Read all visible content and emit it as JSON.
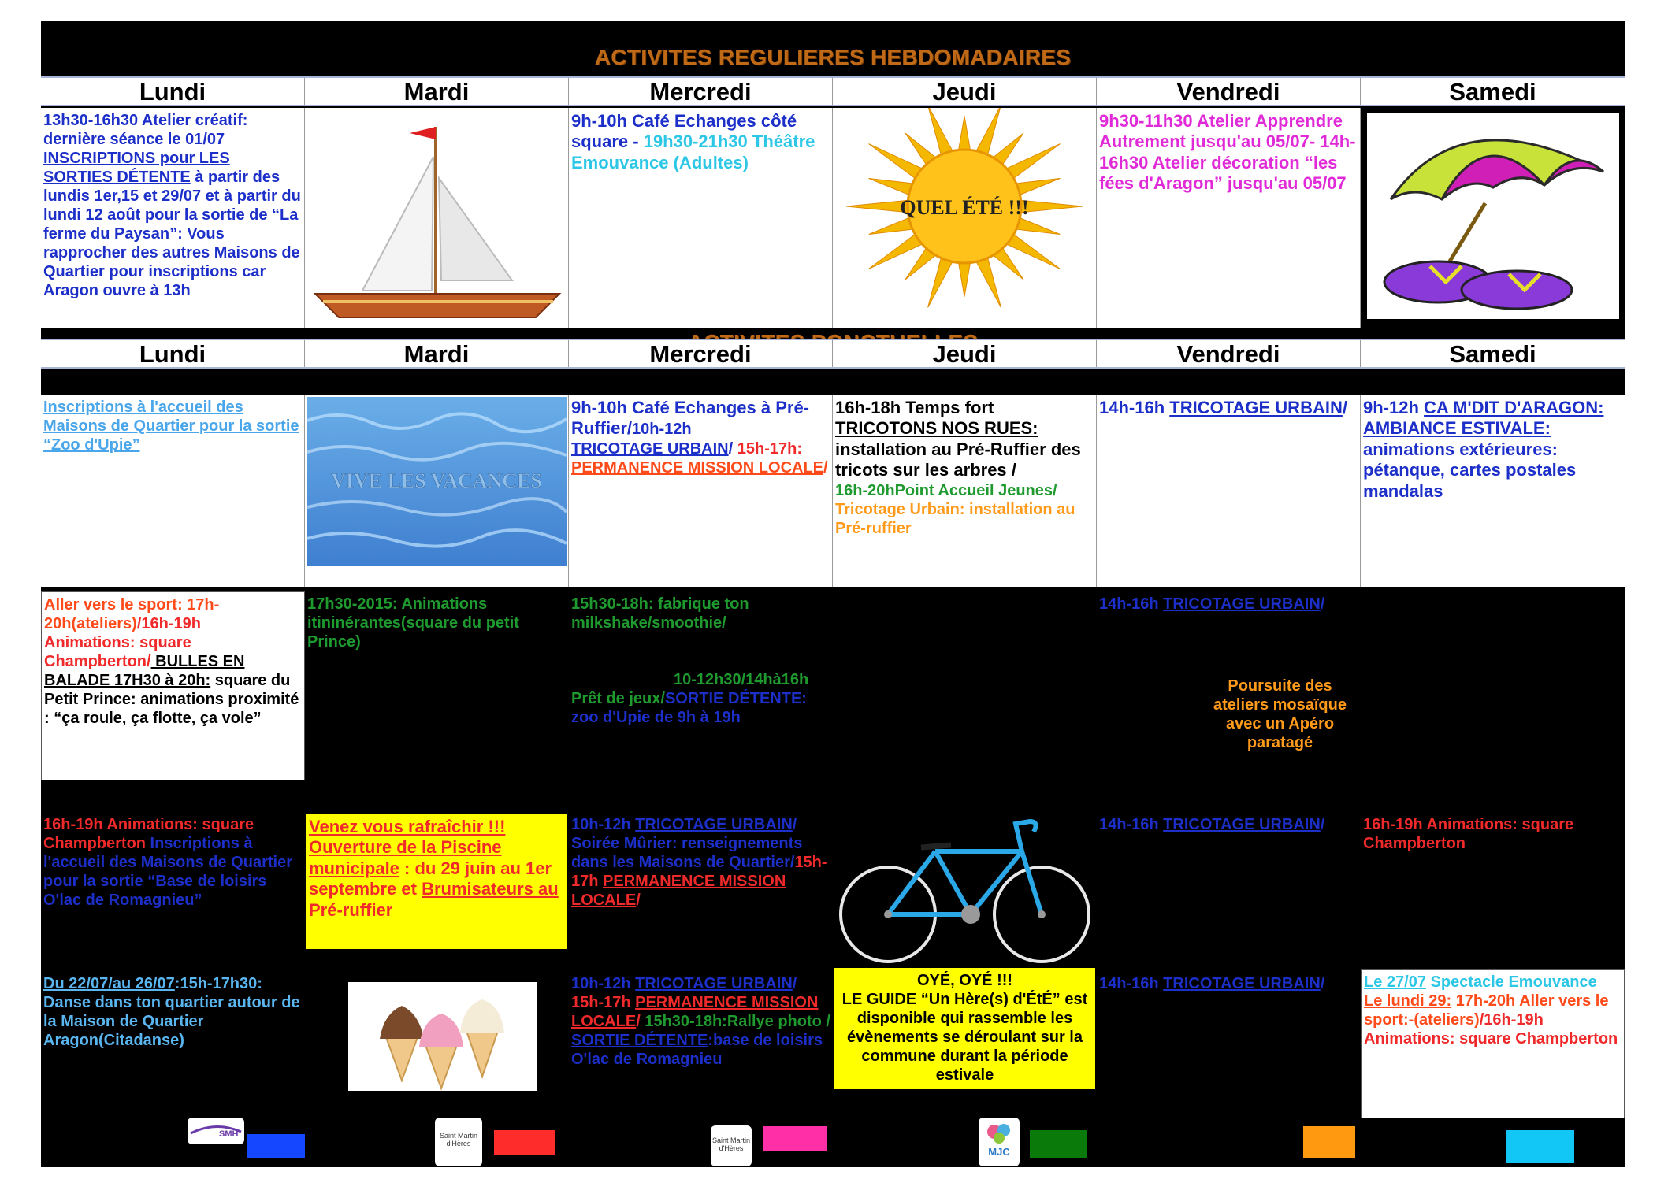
{
  "banner_weekly": "ACTIVITES REGULIERES HEBDOMADAIRES",
  "banner_punctual": "ACTIVITES PONCTUELLES",
  "days": [
    "Lundi",
    "Mardi",
    "Mercredi",
    "Jeudi",
    "Vendredi",
    "Samedi"
  ],
  "weekly": {
    "lundi": {
      "p1": "13h30-16h30 Atelier créatif: dernière séance le 01/07",
      "p2": "INSCRIPTIONS pour LES SORTIES DÉTENTE",
      "p3": " à partir des lundis 1er,15 et 29/07 et à partir du lundi 12 août pour la sortie de “La ferme du Paysan”:  Vous rapprocher des autres Maisons de Quartier pour inscriptions car Aragon ouvre à 13h"
    },
    "mercredi": {
      "p1": "9h-10h Café Echanges côté square - ",
      "p2": "19h30-21h30 Théâtre Emouvance (Adultes)"
    },
    "jeudi_sun_text": "QUEL ÉTÉ !!!",
    "vendredi": {
      "p1": "9h30-11h30 Atelier Apprendre Autrement jusqu'au 05/07- ",
      "p2": "14h-16h30 Atelier décoration “les fées d'Aragon” jusqu'au 05/07"
    }
  },
  "punctual_row1": {
    "lundi": "Inscriptions à l'accueil des Maisons de Quartier pour la sortie “Zoo d'Upie”",
    "mardi_image_text": "VIVE LES VACANCES",
    "mercredi": {
      "a": "9h-10h Café Echanges à Pré-Ruffier/",
      "b": "10h-12h",
      "c": "TRICOTAGE URBAIN",
      "d": "/  ",
      "e": "15h-17h:",
      "f": "PERMANENCE MISSION LOCALE",
      "g": "/"
    },
    "jeudi": {
      "a": "16h-18h Temps fort ",
      "b": "TRICOTONS NOS RUES:",
      "c": " installation au Pré-Ruffier des tricots sur les arbres / ",
      "d": "16h-20hPoint Accueil Jeunes/",
      "e": " Tricotage Urbain: installation au Pré-ruffier"
    },
    "vendredi": {
      "a": "14h-16h ",
      "b": "TRICOTAGE URBAIN",
      "c": "/"
    },
    "samedi": {
      "a": "9h-12h ",
      "b": "CA M'DIT D'ARAGON: AMBIANCE ESTIVALE:",
      "c": " animations extérieures: pétanque, cartes postales mandalas"
    }
  },
  "punctual_row2": {
    "lundi": {
      "a": "Aller vers le sport: 17h-20h(ateliers)",
      "b": "/16h-19h",
      "c": "Animations: square Champberton/",
      "d": " BULLES EN BALADE",
      "e": "  17H30 à 20h:",
      "f": " square du Petit Prince: animations proximité : “ça roule, ça flotte, ça vole”"
    },
    "mardi": "17h30-2015: Animations itininérantes(square du petit Prince)",
    "mercredi": {
      "a": "15h30-18h: fabrique ton milkshake/smoothie/",
      "b": "10-12h30/14hà16h",
      "c": "Prêt de jeux/",
      "d": "SORTIE DÉTENTE:",
      "e": "zoo d'Upie de 9h à 19h"
    },
    "vendredi": {
      "a": "14h-16h ",
      "b": "TRICOTAGE URBAIN",
      "c": "/",
      "d": "Poursuite des ateliers mosaïque avec un Apéro paratagé"
    }
  },
  "punctual_row3": {
    "lundi": {
      "a": "16h-19h Animations: square Champberton",
      "b": "  Inscriptions à l'accueil des Maisons de Quartier pour la sortie “Base de loisirs O'lac de Romagnieu”"
    },
    "mardi": {
      "a": "Venez vous rafraîchir !!!",
      "b": "Ouverture de la Piscine municipale",
      "c": " :  du 29 juin au 1er septembre et ",
      "d": "Brumisateurs au",
      "e": " Pré-ruffier"
    },
    "mercredi": {
      "a": "10h-12h ",
      "b": "TRICOTAGE URBAIN",
      "c": "/ Soirée Mûrier: renseignements dans les Maisons de Quartier/",
      "d": "15h-17h ",
      "e": "PERMANENCE MISSION LOCALE",
      "f": "/"
    },
    "vendredi": {
      "a": "14h-16h ",
      "b": "TRICOTAGE URBAIN",
      "c": "/"
    },
    "samedi": "16h-19h Animations: square Champberton"
  },
  "punctual_row4": {
    "lundi": {
      "a": "Du 22/07/au 26/07",
      "b": ":15h-17h30: Danse dans ton quartier autour de la Maison de Quartier Aragon(Citadanse)"
    },
    "mercredi": {
      "a": "10h-12h ",
      "b": "TRICOTAGE URBAIN",
      "c": "/",
      "d": "15h-17h ",
      "e": "PERMANENCE MISSION LOCALE",
      "f": "/",
      "g": " 15h30-18h:Rallye photo /",
      "h": " SORTIE DÉTENTE",
      "i": ":base de loisirs O'lac de Romagnieu"
    },
    "jeudi": {
      "a": "OYÉ, OYÉ !!!",
      "b": "LE GUIDE “Un Hère(s) d'ÉtÉ” est disponible qui rassemble les évènements se déroulant sur la commune durant la période estivale"
    },
    "vendredi": {
      "a": "14h-16h ",
      "b": "TRICOTAGE URBAIN",
      "c": "/"
    },
    "samedi": {
      "a": "Le 27/07",
      "b": " Spectacle Emouvance",
      "c": "Le lundi 29:",
      "d": " 17h-20h Aller vers le sport:-(ateliers)",
      "e": "/16h-19h Animations: square Champberton"
    }
  },
  "legend": {
    "colors": [
      "#1447ff",
      "#ff2c2c",
      "#ff2fa8",
      "#0a7a0a",
      "#ff9a10",
      "#12c7f5"
    ],
    "logo1": "SMH",
    "logo2": "Saint Martin d'Hères",
    "logo3": "Saint Martin d'Hères",
    "logo4": "MJC"
  }
}
